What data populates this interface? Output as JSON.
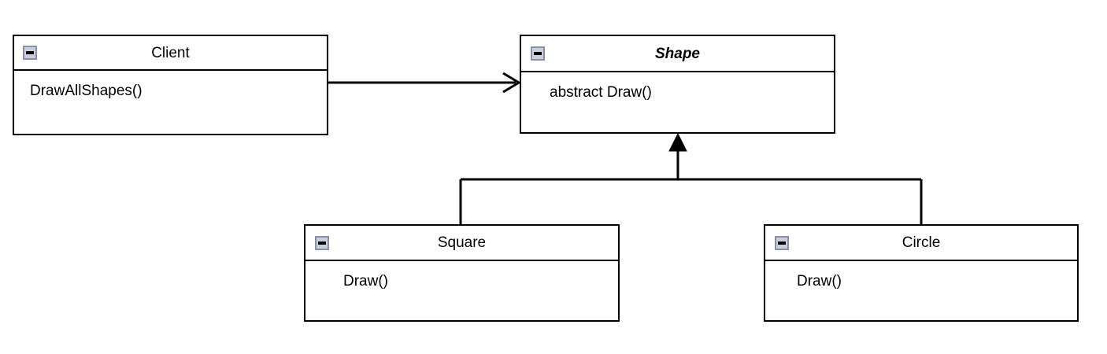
{
  "diagram": {
    "type": "uml-class-diagram",
    "background_color": "#ffffff",
    "line_color": "#000000",
    "icon_border_color": "#8891a8",
    "icon_fill_color": "#c9cedb"
  },
  "classes": [
    {
      "id": "client",
      "name": "Client",
      "abstract": false,
      "icon": "collapse-minus-icon",
      "members": [
        "DrawAllShapes()"
      ]
    },
    {
      "id": "shape",
      "name": "Shape",
      "abstract": true,
      "icon": "collapse-minus-icon",
      "members": [
        "abstract Draw()"
      ]
    },
    {
      "id": "square",
      "name": "Square",
      "abstract": false,
      "icon": "collapse-minus-icon",
      "members": [
        "Draw()"
      ]
    },
    {
      "id": "circle",
      "name": "Circle",
      "abstract": false,
      "icon": "collapse-minus-icon",
      "members": [
        "Draw()"
      ]
    }
  ],
  "relationships": [
    {
      "id": "client-uses-shape",
      "kind": "association",
      "arrowhead": "open",
      "from": "Client",
      "to": "Shape",
      "label": ""
    },
    {
      "id": "square-extends-shape",
      "kind": "generalization",
      "arrowhead": "solid-triangle",
      "from": "Square",
      "to": "Shape",
      "label": ""
    },
    {
      "id": "circle-extends-shape",
      "kind": "generalization",
      "arrowhead": "solid-triangle",
      "from": "Circle",
      "to": "Shape",
      "label": ""
    }
  ]
}
